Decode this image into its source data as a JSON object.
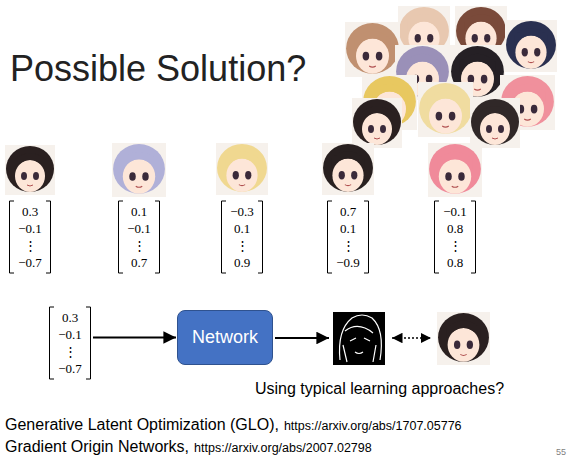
{
  "diagram": {
    "title": "Possible Solution?",
    "nodes": [
      {
        "text": [
          "0.3",
          "−0.1",
          "⋮",
          "−0.7"
        ]
      },
      {
        "text": [
          "0.1",
          "−0.1",
          "⋮",
          "0.7"
        ]
      },
      {
        "text": [
          "−0.3",
          "0.1",
          "⋮",
          "0.9"
        ]
      },
      {
        "text": [
          "0.7",
          "0.1",
          "⋮",
          "−0.9"
        ]
      },
      {
        "text": [
          "−0.1",
          "0.8",
          "⋮",
          "0.8"
        ]
      },
      {
        "text": [
          "0.3",
          "−0.1",
          "⋮",
          "−0.7"
        ]
      },
      {
        "text": [
          "Network"
        ]
      }
    ],
    "edges": [
      {
        "from": 5,
        "to": 6,
        "arrow": "to"
      }
    ],
    "labels": [
      "Using typical learning approaches?",
      "Generative Latent Optimization (GLO),",
      "https://arxiv.org/abs/1707.05776",
      "Gradient Origin Networks,",
      "https://arxiv.org/abs/2007.02798",
      "55"
    ]
  }
}
